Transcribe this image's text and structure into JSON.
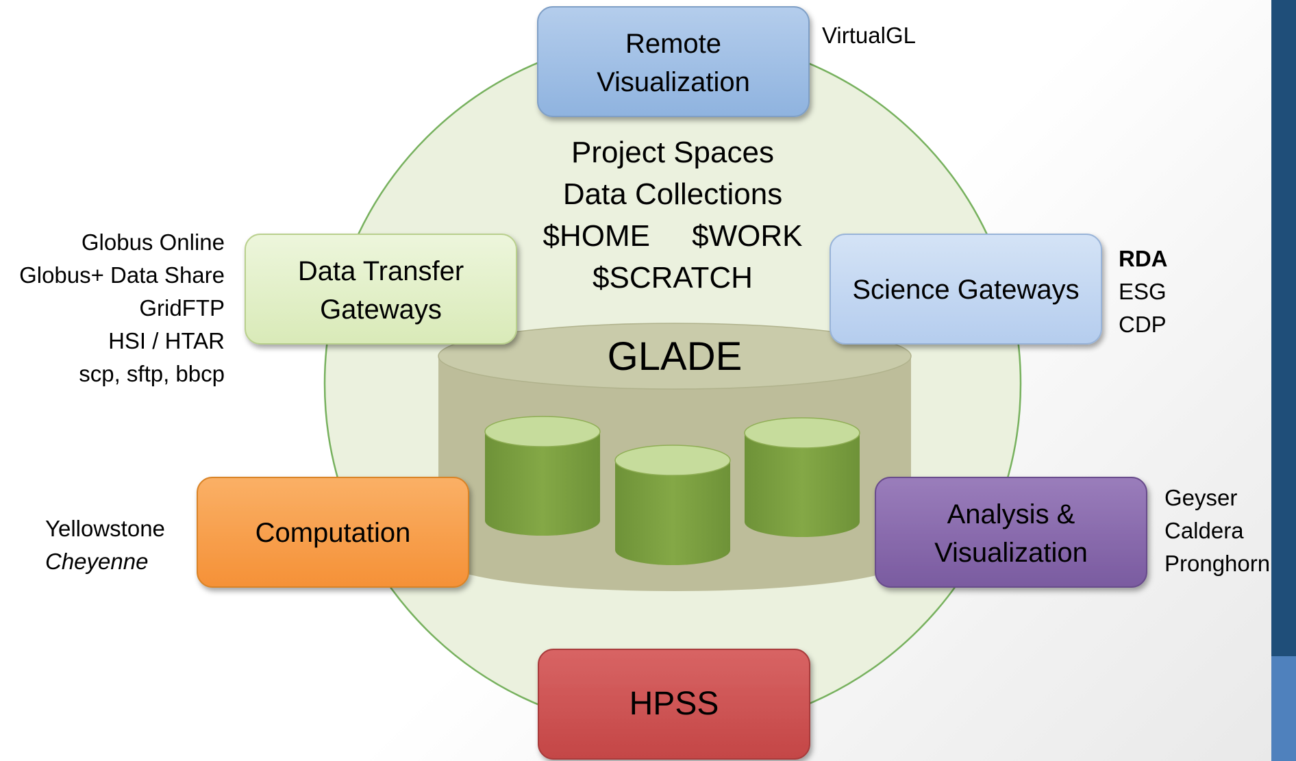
{
  "colors": {
    "circle_fill": "#ebf1de",
    "circle_stroke": "#77b15e",
    "remote_viz": "#9dbde5",
    "data_transfer": "#e2f0c7",
    "science_gateways": "#c3d8f2",
    "computation": "#f8a04c",
    "analysis_viz": "#8a6aae",
    "hpss": "#cf5555",
    "glade_body": "#b8b994",
    "cylinder_green": "#7fa342",
    "side_bar_dark": "#1f4e79",
    "side_bar_light": "#4f81bd"
  },
  "nodes": {
    "remote_visualization": {
      "line1": "Remote",
      "line2": "Visualization"
    },
    "data_transfer_gateways": {
      "line1": "Data Transfer",
      "line2": "Gateways"
    },
    "science_gateways": {
      "label": "Science Gateways"
    },
    "computation": {
      "label": "Computation"
    },
    "analysis_visualization": {
      "line1": "Analysis &",
      "line2": "Visualization"
    },
    "hpss": {
      "label": "HPSS"
    }
  },
  "center": {
    "storage": [
      "Project Spaces",
      "Data Collections",
      "$HOME     $WORK",
      "$SCRATCH"
    ],
    "glade": "GLADE"
  },
  "annotations": {
    "remote_viz": [
      "VirtualGL"
    ],
    "data_transfer": [
      "Globus Online",
      "Globus+ Data Share",
      "GridFTP",
      "HSI / HTAR",
      "scp, sftp, bbcp"
    ],
    "science_gateways": [
      "RDA",
      "ESG",
      "CDP"
    ],
    "computation": [
      "Yellowstone",
      "Cheyenne"
    ],
    "analysis_viz": [
      "Geyser",
      "Caldera",
      "Pronghorn"
    ]
  }
}
